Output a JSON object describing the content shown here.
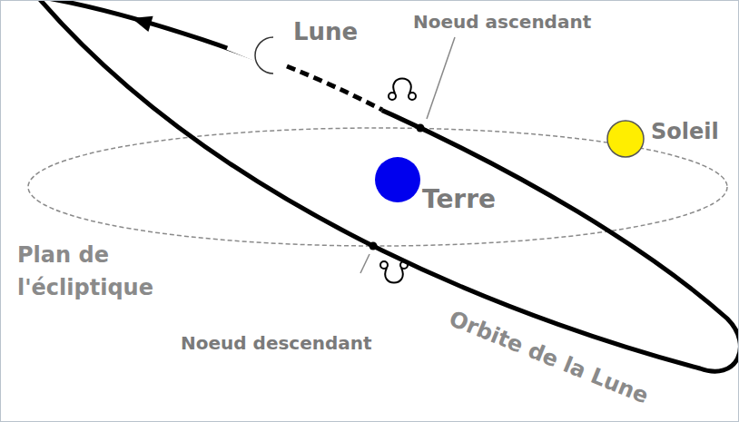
{
  "diagram": {
    "labels": [
      "Lune",
      "Noeud ascendant",
      "Soleil",
      "Terre",
      "Plan de l'écliptique",
      "Orbite de la Lune",
      "Noeud descendant"
    ]
  }
}
